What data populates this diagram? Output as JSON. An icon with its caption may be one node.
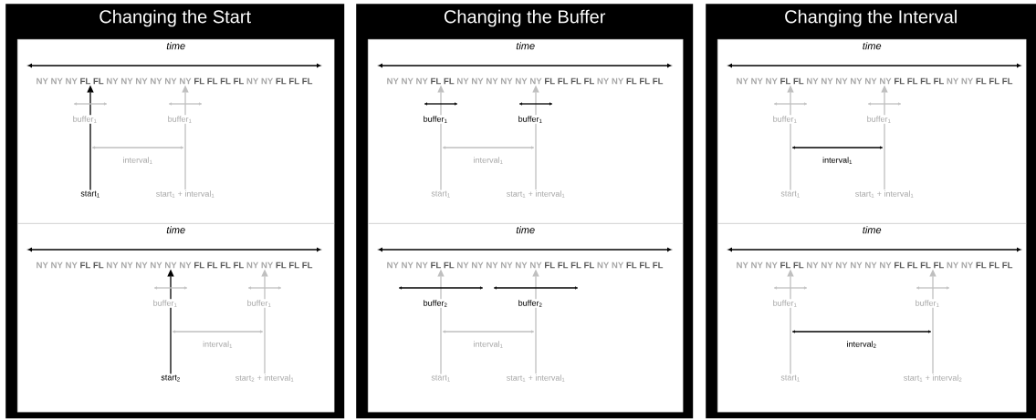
{
  "diagram": {
    "nodes": [
      {
        "text": [
          "Changing the Start"
        ]
      },
      {
        "text": [
          "time"
        ],
        "in": 0
      },
      {
        "text": [
          "NY NY NY **FL FL** NY NY NY NY NY NY **FL FL FL FL** NY NY **FL FL FL**"
        ],
        "in": 1
      },
      {
        "text": [
          "start$_{1}$"
        ],
        "in": 1
      },
      {
        "text": [
          "start$_{1}$ + interval$_{1}$"
        ],
        "in": 1
      },
      {
        "text": [
          "time"
        ],
        "in": 0
      },
      {
        "text": [
          "NY NY NY **FL FL** NY NY NY NY NY NY **FL FL FL FL** NY NY **FL FL FL**"
        ],
        "in": 5
      },
      {
        "text": [
          "start$_{2}$"
        ],
        "in": 5
      },
      {
        "text": [
          "start$_{2}$ + interval$_{1}$"
        ],
        "in": 5
      },
      {
        "text": [
          "Changing the Buffer"
        ]
      },
      {
        "text": [
          "time"
        ],
        "in": 9
      },
      {
        "text": [
          "NY NY NY **FL FL** NY NY NY NY NY NY **FL FL FL FL** NY NY **FL FL FL**"
        ],
        "in": 10
      },
      {
        "text": [
          "start$_{1}$"
        ],
        "in": 10
      },
      {
        "text": [
          "start$_{1}$ + interval$_{1}$"
        ],
        "in": 10
      },
      {
        "text": [
          "time"
        ],
        "in": 9
      },
      {
        "text": [
          "NY NY NY **FL FL** NY NY NY NY NY NY **FL FL FL FL** NY NY **FL FL FL**"
        ],
        "in": 14
      },
      {
        "text": [
          "start$_{1}$"
        ],
        "in": 14
      },
      {
        "text": [
          "start$_{1}$ + interval$_{1}$"
        ],
        "in": 14
      },
      {
        "text": [
          "Changing the Interval"
        ]
      },
      {
        "text": [
          "time"
        ],
        "in": 18
      },
      {
        "text": [
          "NY NY NY **FL FL** NY NY NY NY NY NY **FL FL FL FL** NY NY **FL FL FL**"
        ],
        "in": 19
      },
      {
        "text": [
          "start$_{1}$"
        ],
        "in": 19
      },
      {
        "text": [
          "start$_{1}$ + interval$_{1}$"
        ],
        "in": 19
      },
      {
        "text": [
          "time"
        ],
        "in": 18
      },
      {
        "text": [
          "NY NY NY **FL FL** NY NY NY NY NY NY **FL FL FL FL** NY NY **FL FL FL**"
        ],
        "in": 23
      },
      {
        "text": [
          "start$_{1}$"
        ],
        "in": 23
      },
      {
        "text": [
          "start$_{1}$ + interval$_{2}$"
        ],
        "in": 23
      }
    ],
    "edges": [
      {
        "from": 3,
        "to": 2,
        "arrow": "to",
        "color": "#000000"
      },
      {
        "from": 4,
        "to": 2,
        "arrow": "to"
      },
      {
        "from": 7,
        "to": 6,
        "arrow": "to",
        "color": "#000000"
      },
      {
        "from": 8,
        "to": 6,
        "arrow": "to"
      },
      {
        "from": 12,
        "to": 11,
        "arrow": "to"
      },
      {
        "from": 13,
        "to": 11,
        "arrow": "to"
      },
      {
        "from": 16,
        "to": 15,
        "arrow": "to"
      },
      {
        "from": 17,
        "to": 15,
        "arrow": "to"
      },
      {
        "from": 21,
        "to": 20,
        "arrow": "to"
      },
      {
        "from": 22,
        "to": 20,
        "arrow": "to"
      },
      {
        "from": 25,
        "to": 24,
        "arrow": "to"
      },
      {
        "from": 26,
        "to": 24,
        "arrow": "to"
      }
    ],
    "labels": [
      "buffer$_{1}$",
      "buffer$_{1}$",
      "interval$_{1}$",
      "buffer$_{1}$",
      "buffer$_{1}$",
      "interval$_{1}$",
      "buffer$_{1}$",
      "buffer$_{1}$",
      "interval$_{1}$",
      "buffer$_{2}$",
      "buffer$_{2}$",
      "interval$_{1}$",
      "buffer$_{1}$",
      "buffer$_{1}$",
      "interval$_{1}$",
      "buffer$_{1}$",
      "buffer$_{1}$",
      "interval$_{2}$"
    ]
  }
}
